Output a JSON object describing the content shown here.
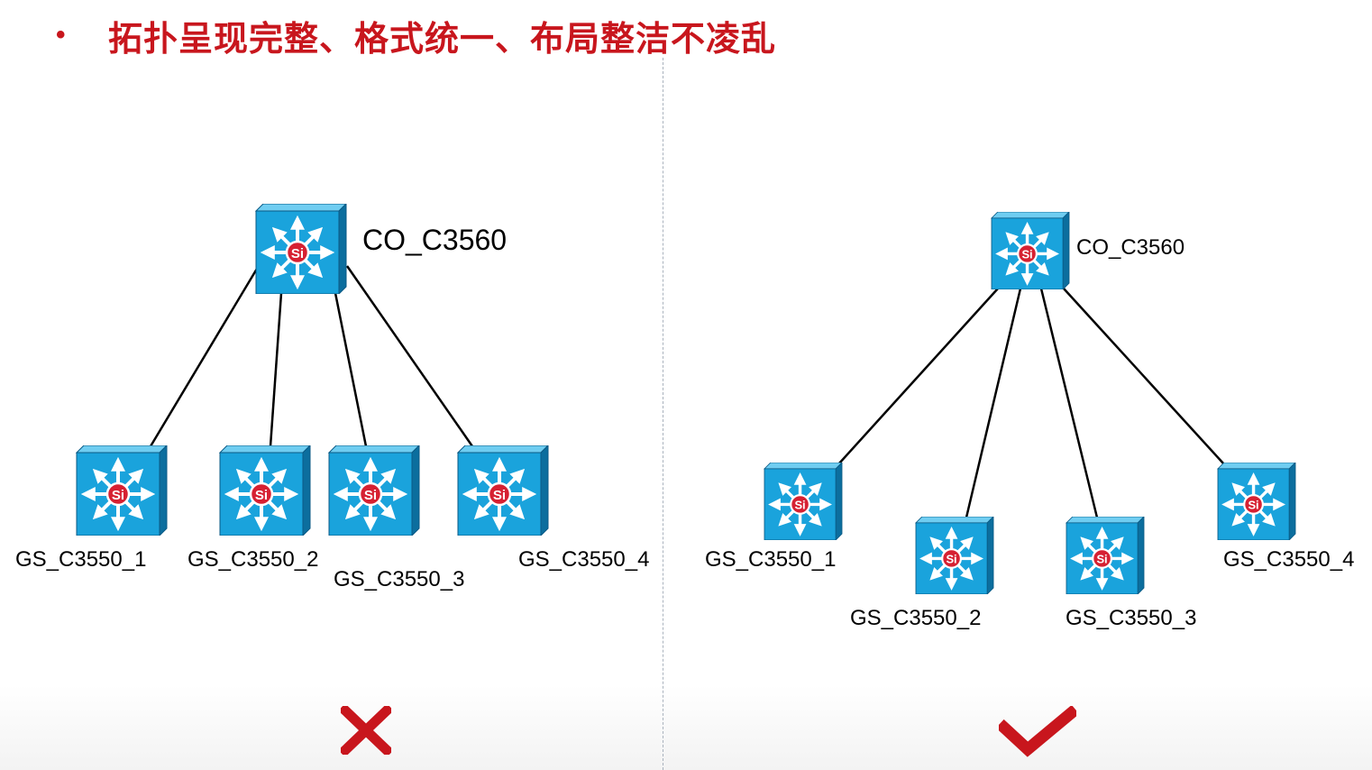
{
  "header": {
    "bullet": "•",
    "title": "拓扑呈现完整、格式统一、布局整洁不凌乱"
  },
  "switch_icon": {
    "badge": "Si",
    "face_color": "#1aa3dc",
    "badge_color": "#d62132"
  },
  "left_diagram": {
    "core": {
      "label": "CO_C3560"
    },
    "access": [
      {
        "label": "GS_C3550_1"
      },
      {
        "label": "GS_C3550_2"
      },
      {
        "label": "GS_C3550_3"
      },
      {
        "label": "GS_C3550_4"
      }
    ],
    "verdict_icon": "cross-icon"
  },
  "right_diagram": {
    "core": {
      "label": "CO_C3560"
    },
    "access": [
      {
        "label": "GS_C3550_1"
      },
      {
        "label": "GS_C3550_2"
      },
      {
        "label": "GS_C3550_3"
      },
      {
        "label": "GS_C3550_4"
      }
    ],
    "verdict_icon": "check-icon"
  },
  "colors": {
    "accent": "#c8161d",
    "divider": "#a9b2bd"
  }
}
